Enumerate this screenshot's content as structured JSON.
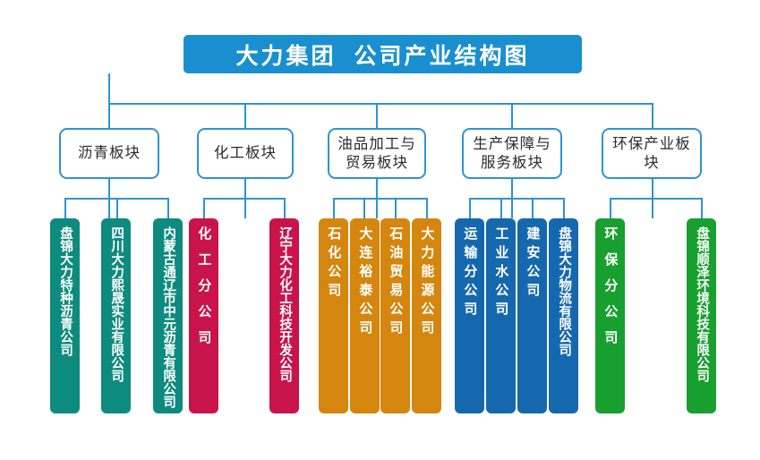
{
  "title": {
    "text": "大力集团  公司产业结构图",
    "banner_color": "#1a8fd0"
  },
  "connector_color": "#2e92d8",
  "palette": {
    "teal": "#0d8b7e",
    "crimson": "#c9134b",
    "orange": "#d4860f",
    "blue": "#1668ae",
    "green": "#17a02f",
    "box_border": "#2e92d8",
    "box_text": "#2b2b2b"
  },
  "divisions": [
    {
      "name": "沥青板块",
      "color": "#0d8b7e",
      "companies": [
        "盘锦大力特种沥青公司",
        "四川大力熙晟实业有限公司",
        "内蒙古通辽市中元沥青有限公司"
      ]
    },
    {
      "name": "化工板块",
      "color": "#c9134b",
      "companies": [
        "化工分公司",
        "辽宁大力化工科技开发公司"
      ]
    },
    {
      "name": "油品加工与贸易板块",
      "color": "#d4860f",
      "companies": [
        "石化公司",
        "大连裕泰公司",
        "石油贸易公司",
        "大力能源公司"
      ]
    },
    {
      "name": "生产保障与服务板块",
      "color": "#1668ae",
      "companies": [
        "运输分公司",
        "工业水公司",
        "建安公司",
        "盘锦大力物流有限公司"
      ]
    },
    {
      "name": "环保产业板块",
      "color": "#17a02f",
      "companies": [
        "环保分公司",
        "盘锦顺泽环境科技有限公司"
      ]
    }
  ]
}
